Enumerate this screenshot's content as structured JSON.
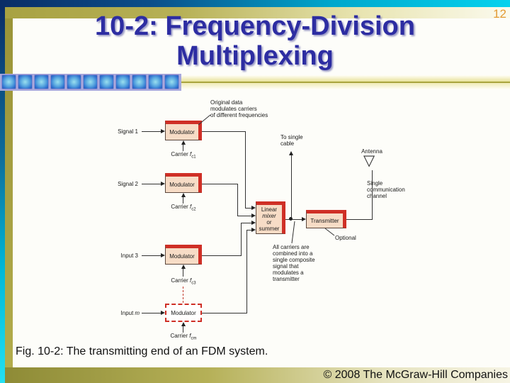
{
  "slide": {
    "page_number": "12",
    "title_line1": "10-2: Frequency-Division",
    "title_line2": "Multiplexing",
    "caption": "Fig. 10-2:  The transmitting end of an FDM system.",
    "footer": "© 2008 The McGraw-Hill Companies"
  },
  "colors": {
    "title_blue": "#2d2da2",
    "page_number_orange": "#e39b35",
    "box_red": "#cf2f26",
    "box_fill_salmon": "#f7dcc6",
    "frame_olive": "#a8a242",
    "bar_navy": "#0a2d66",
    "bar_cyan": "#06d2ee",
    "squares_lavender": "#a9a9dd"
  },
  "diagram": {
    "channels": [
      {
        "label": "Signal 1",
        "var": "",
        "box": "Modulator",
        "carrier_word": "Carrier",
        "carrier_f": "f",
        "carrier_sub": "c1"
      },
      {
        "label": "Signal 2",
        "var": "",
        "box": "Modulator",
        "carrier_word": "Carrier",
        "carrier_f": "f",
        "carrier_sub": "c2"
      },
      {
        "label": "Input 3",
        "var": "",
        "box": "Modulator",
        "carrier_word": "Carrier",
        "carrier_f": "f",
        "carrier_sub": "c3"
      },
      {
        "label": "Input",
        "var": "m",
        "box": "Modulator",
        "carrier_word": "Carrier",
        "carrier_f": "f",
        "carrier_sub": "cm"
      }
    ],
    "mixer": {
      "line1": "Linear",
      "line2": "mixer",
      "line3": "or",
      "line4": "summer"
    },
    "transmitter": "Transmitter",
    "annotations": {
      "original_data": [
        "Original data",
        "modulates carriers",
        "of different frequencies"
      ],
      "to_single": [
        "To single",
        "cable"
      ],
      "antenna": "Antenna",
      "single_channel": [
        "Single",
        "communication",
        "channel"
      ],
      "optional": "Optional",
      "all_carriers": [
        "All carriers are",
        "combined into a",
        "single composite",
        "signal that",
        "modulates a",
        "transmitter"
      ]
    }
  }
}
